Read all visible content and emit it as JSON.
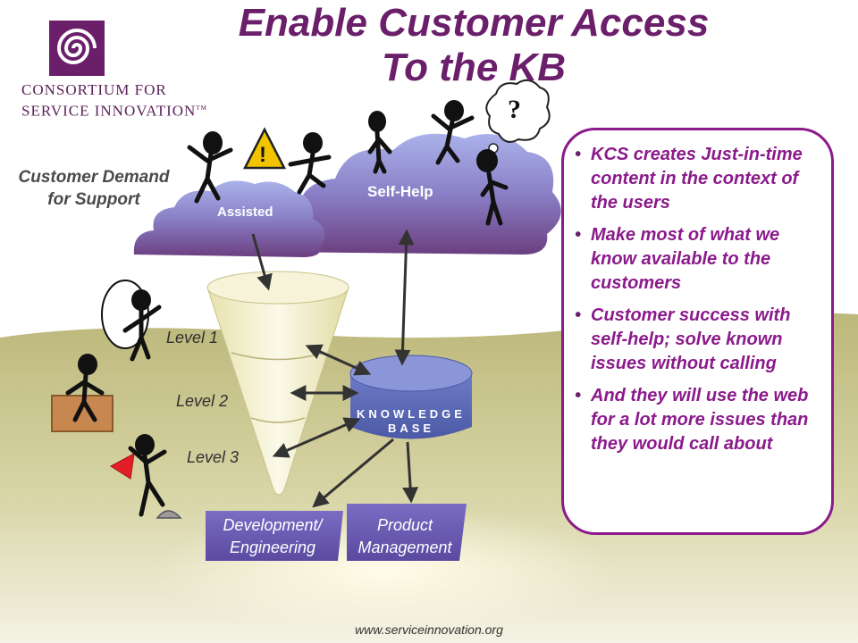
{
  "title": {
    "line1": "Enable Customer Access",
    "line2": "To the KB"
  },
  "logo": {
    "line1": "Consortium for",
    "line2": "Service Innovation",
    "mark": "TM"
  },
  "demand_label": {
    "line1": "Customer Demand",
    "line2": "for Support"
  },
  "clouds": {
    "assisted": "Assisted",
    "self_help": "Self-Help"
  },
  "warning_symbol": "!",
  "question_symbol": "?",
  "levels": [
    "Level 1",
    "Level 2",
    "Level 3"
  ],
  "knowledge_base": {
    "line1": "KNOWLEDGE",
    "line2": "BASE"
  },
  "boxes": {
    "dev": {
      "line1": "Development/",
      "line2": "Engineering"
    },
    "pm": {
      "line1": "Product",
      "line2": "Management"
    }
  },
  "bullets": [
    "KCS creates Just-in-time content in the context of the users",
    "Make most of what we know available to the customers",
    "Customer success with self-help; solve known issues without calling",
    "And they will use the web for a lot more issues than they would call about"
  ],
  "footer": "www.serviceinnovation.org",
  "colors": {
    "brand_purple": "#6b1f6b",
    "bullet_text": "#8b1a8b",
    "ground": "#c9c48a",
    "kb_blue": "#5a6ab8",
    "box_purple": "#6a5ab0"
  }
}
